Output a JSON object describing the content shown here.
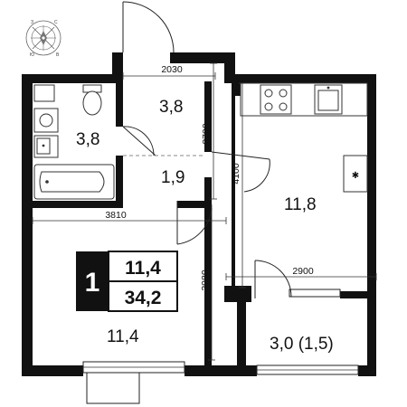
{
  "compass": {
    "north": "С",
    "west": "З",
    "south": "Ю",
    "east": "В"
  },
  "rooms": {
    "bathroom": "3,8",
    "hallway": "3,8",
    "corridor": "1,9",
    "kitchen": "11,8",
    "living_room": "11,4",
    "balcony": "3,0 (1,5)"
  },
  "dimensions": {
    "hall_width": "2030",
    "hall_length": "2790",
    "kitchen_depth": "4100",
    "room_width": "3810",
    "room_length": "2980",
    "kitchen_width": "2900"
  },
  "badge": {
    "rooms_count": "1",
    "living_area": "11,4",
    "total_area": "34,2"
  }
}
